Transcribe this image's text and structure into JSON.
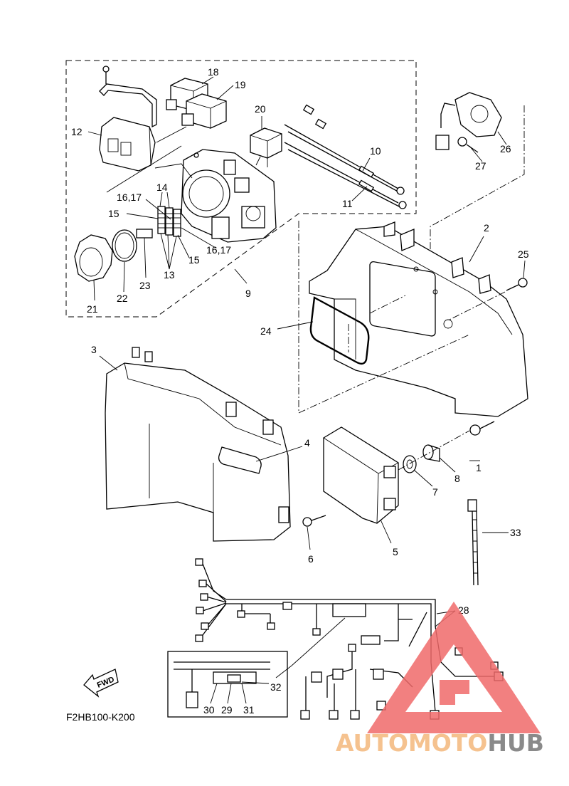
{
  "diagram": {
    "code": "F2HB100-K200",
    "fwd_label": "FWD",
    "callouts": [
      "1",
      "2",
      "3",
      "4",
      "5",
      "6",
      "7",
      "8",
      "9",
      "10",
      "11",
      "12",
      "13",
      "13",
      "14",
      "15",
      "15",
      "16,17",
      "16,17",
      "18",
      "19",
      "20",
      "21",
      "22",
      "23",
      "24",
      "25",
      "26",
      "27",
      "28",
      "29",
      "30",
      "31",
      "32",
      "33"
    ]
  },
  "watermark": {
    "text_a": "AUTOMOTO",
    "text_b": "HUB",
    "color_a": "#f5c28f",
    "color_b": "#8a8a8a",
    "logo_color": "#f06a6a"
  }
}
